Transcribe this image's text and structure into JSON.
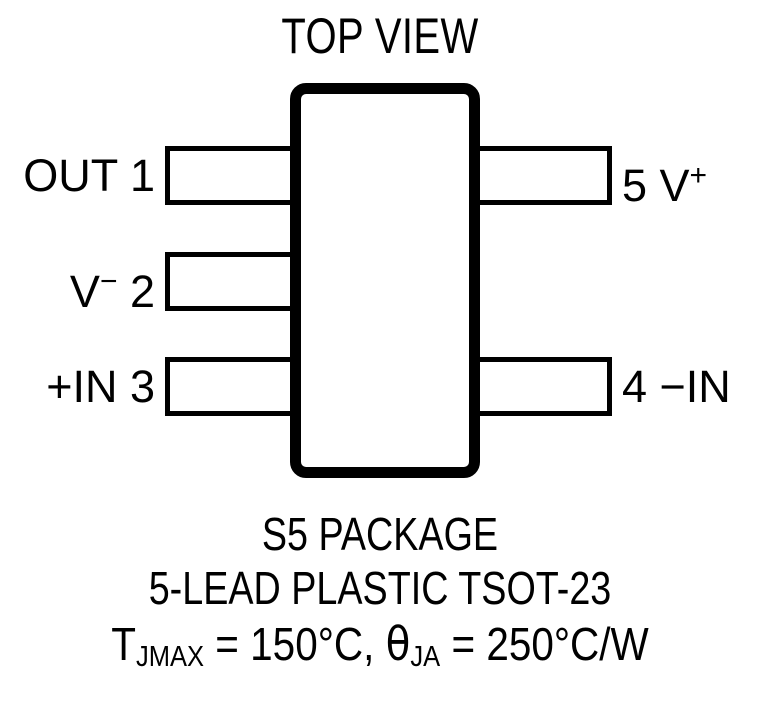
{
  "diagram": {
    "title": "TOP VIEW",
    "package_outline": {
      "shape": "rounded-rectangle",
      "stroke_color": "#000000"
    },
    "pins": [
      {
        "number": "1",
        "name": "OUT",
        "side": "left",
        "row": 1,
        "label": "OUT 1"
      },
      {
        "number": "2",
        "name": "V-",
        "side": "left",
        "row": 2,
        "label_main": "V",
        "label_sup": "−",
        "label_num": " 2"
      },
      {
        "number": "3",
        "name": "+IN",
        "side": "left",
        "row": 3,
        "label": "+IN 3"
      },
      {
        "number": "5",
        "name": "V+",
        "side": "right",
        "row": 1,
        "label_num": "5 ",
        "label_main": "V",
        "label_sup": "+"
      },
      {
        "number": "4",
        "name": "-IN",
        "side": "right",
        "row": 3,
        "label": "4 −IN"
      }
    ],
    "caption": {
      "line1": "S5 PACKAGE",
      "line2": "5-LEAD PLASTIC TSOT-23",
      "thermal": {
        "tj_symbol": "T",
        "tj_subscript": "JMAX",
        "tj_equals": " = 150°C, ",
        "theta_symbol": "θ",
        "theta_subscript": "JA",
        "theta_equals": " = 250°C/W"
      }
    },
    "colors": {
      "ink": "#000000",
      "background": "#ffffff"
    }
  }
}
